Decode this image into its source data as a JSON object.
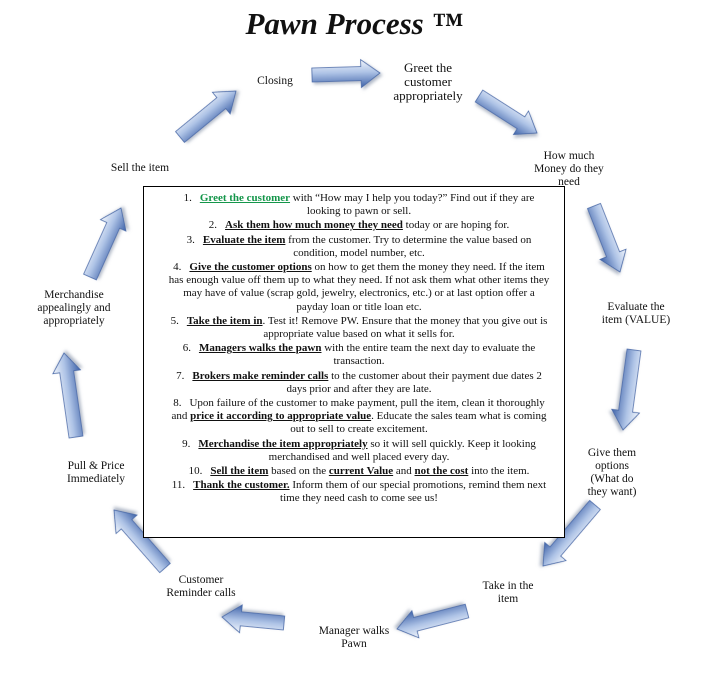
{
  "title": "Pawn Process ™",
  "cycle_labels": [
    {
      "text": "Closing"
    },
    {
      "text": "Greet the customer appropriately"
    },
    {
      "text": "How much Money do they need"
    },
    {
      "text": "Evaluate the item (VALUE)"
    },
    {
      "text": "Give them options (What do they want)"
    },
    {
      "text": "Take in the item"
    },
    {
      "text": "Manager walks Pawn"
    },
    {
      "text": "Customer Reminder calls"
    },
    {
      "text": "Pull & Price Immediately"
    },
    {
      "text": "Merchandise appealingly and appropriately"
    },
    {
      "text": "Sell the item"
    }
  ],
  "steps": [
    {
      "num": "1.",
      "lead": "Greet the customer",
      "rest": " with “How may I help you today?”  Find out if they are looking to pawn or sell."
    },
    {
      "num": "2.",
      "lead": "Ask them how much money they need",
      "rest": " today or are hoping for."
    },
    {
      "num": "3.",
      "lead": "Evaluate the item",
      "rest": " from the customer.  Try to determine the value based on condition, model number, etc."
    },
    {
      "num": "4.",
      "lead": "Give the customer options",
      "rest": " on how to get them the money they need.  If the item has enough value off them up to what they need.  If not ask them what other items they may have of value (scrap gold, jewelry, electronics, etc.) or at last option offer a payday loan or title loan etc."
    },
    {
      "num": "5.",
      "lead": "Take the item in",
      "rest": ".  Test it!  Remove PW.  Ensure that the money that you give out is appropriate value based on what it sells for."
    },
    {
      "num": "6.",
      "lead": "Managers walks the pawn",
      "rest": " with the entire team the next day to evaluate the transaction."
    },
    {
      "num": "7.",
      "lead": "Brokers make reminder calls",
      "rest": " to the customer about their payment due dates 2 days prior and after they are late."
    },
    {
      "num": "8.",
      "pre": "Upon failure of the customer to make payment, pull the item, clean it thoroughly and ",
      "em": "price it according to appropriate value",
      "post": ".  Educate the sales team what is coming out to sell to create excitement."
    },
    {
      "num": "9.",
      "lead": "Merchandise the item appropriately",
      "rest": " so it will sell quickly.  Keep it looking merchandised and well placed every day."
    },
    {
      "num": "10.",
      "lead": "Sell the item",
      "mid1": " based on the ",
      "em1": "current Value",
      "mid2": " and ",
      "em2": "not the cost",
      "rest": " into the item."
    },
    {
      "num": "11.",
      "lead": "Thank the customer.",
      "rest": "  Inform them of our special promotions, remind them next time they need cash to come see us!"
    }
  ]
}
